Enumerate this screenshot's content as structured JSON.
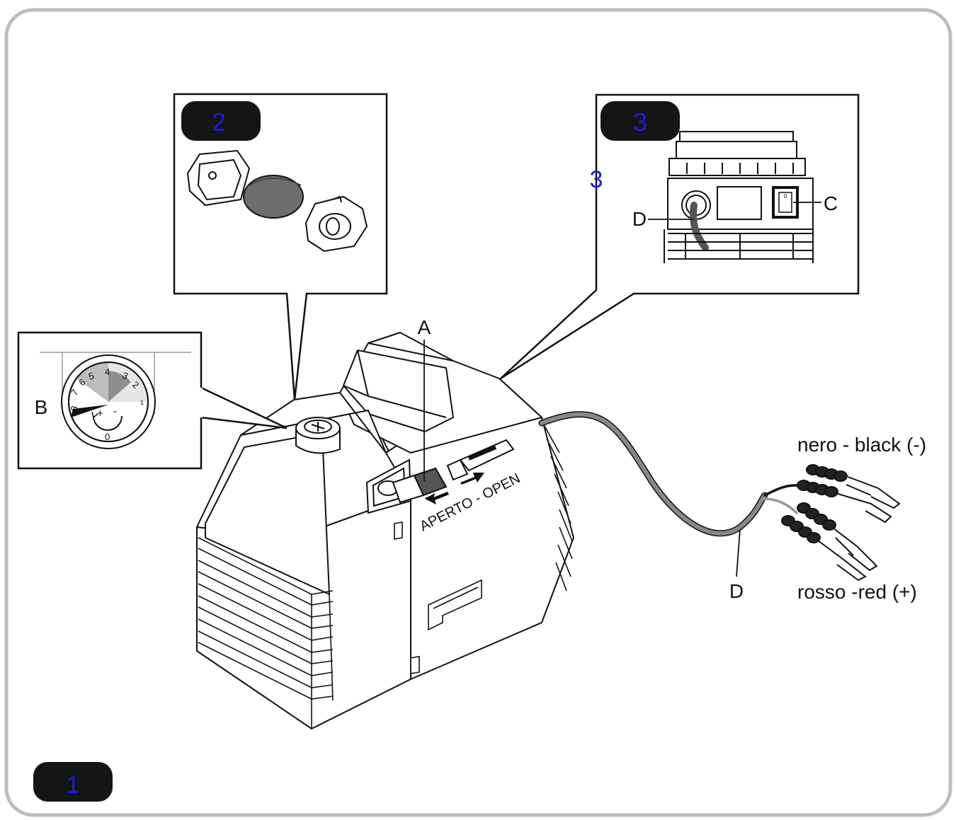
{
  "badges": {
    "main": "1",
    "detail_filter": "2",
    "detail_panel": "3",
    "stray_number": "3"
  },
  "labels": {
    "a": "A",
    "b": "B",
    "c": "C",
    "d_panel": "D",
    "d_cable": "D",
    "black_clamp": "nero - black (-)",
    "red_clamp": "rosso -red (+)",
    "open_direction": "APERTO - OPEN"
  },
  "dial": {
    "ticks": [
      "8",
      "7",
      "6",
      "5",
      "4",
      "3",
      "2",
      "1",
      "0"
    ],
    "plus": "+",
    "minus": "-"
  },
  "panel": {
    "switch_mark": "0"
  },
  "colors": {
    "line": "#111111",
    "badge_fill": "#151515",
    "badge_text": "#1c1cd6",
    "cable": "#777777",
    "frame": "#bdbdbd",
    "filter_element": "#6e6e6e"
  }
}
